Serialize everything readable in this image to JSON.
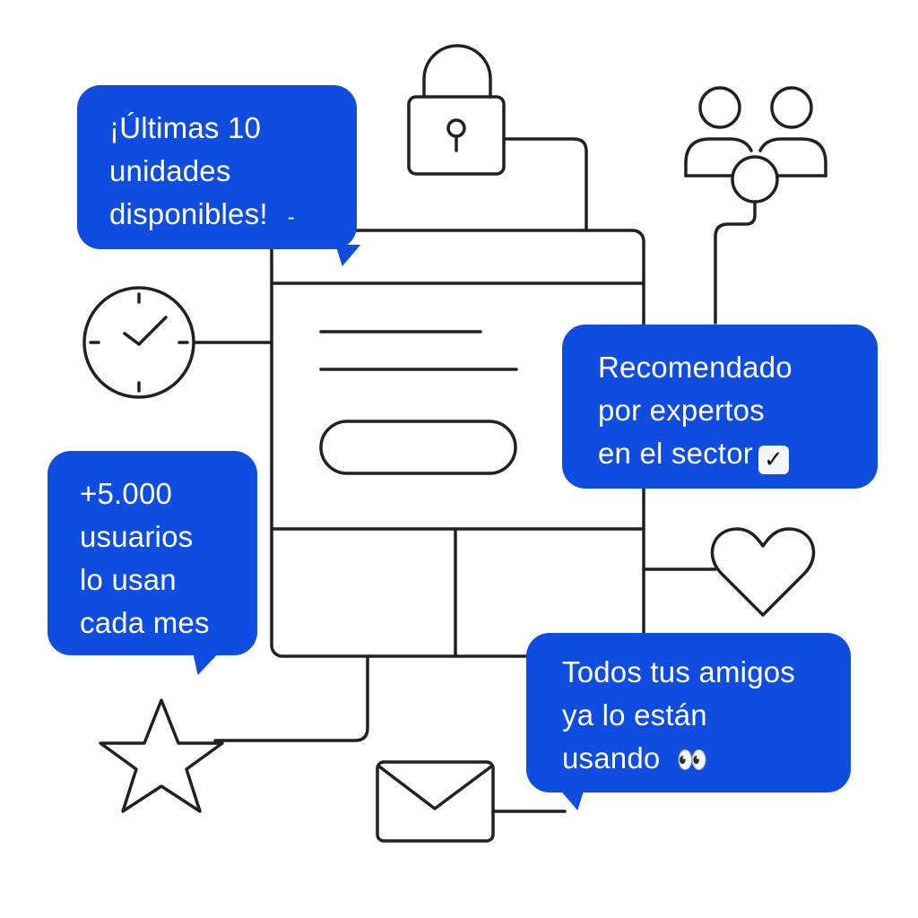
{
  "bubbles": {
    "last_units": {
      "lines": [
        "¡Últimas 10",
        "unidades",
        "disponibles!"
      ],
      "suffix": "-"
    },
    "recommended": {
      "lines": [
        "Recomendado",
        "por expertos",
        "en el sector"
      ],
      "badge": "✓"
    },
    "users": {
      "lines": [
        "+5.000",
        "usuarios",
        "lo usan",
        "cada mes"
      ]
    },
    "friends": {
      "lines": [
        "Todos tus amigos",
        "ya lo están",
        "usando"
      ],
      "emoji": "👀"
    }
  },
  "icons": [
    "lock-icon",
    "users-icon",
    "clock-icon",
    "heart-icon",
    "star-icon",
    "envelope-icon"
  ],
  "colors": {
    "bubble": "#0f4de0",
    "stroke": "#1f2124",
    "text": "#ffffff"
  }
}
